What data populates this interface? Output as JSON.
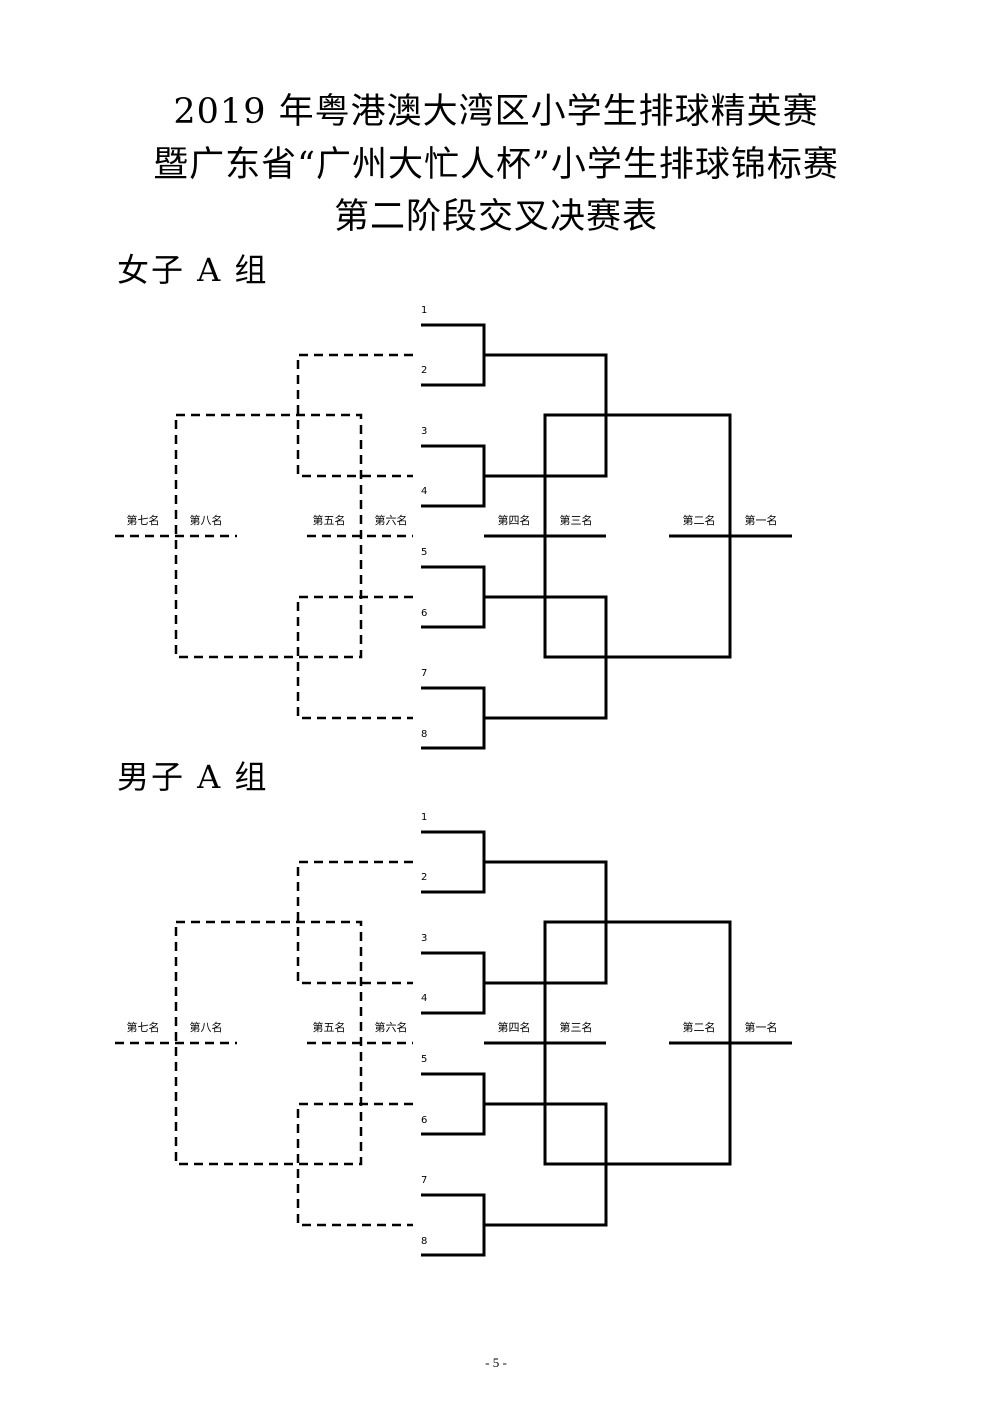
{
  "header": {
    "line1": "2019 年粤港澳大湾区小学生排球精英赛",
    "line2": "暨广东省“广州大忙人杯”小学生排球锦标赛",
    "line3": "第二阶段交叉决赛表"
  },
  "groups": [
    {
      "title": "女子 A 组",
      "seeds": [
        "1",
        "2",
        "3",
        "4",
        "5",
        "6",
        "7",
        "8"
      ],
      "places": [
        "第七名",
        "第八名",
        "第五名",
        "第六名",
        "第四名",
        "第三名",
        "第二名",
        "第一名"
      ]
    },
    {
      "title": "男子 A 组",
      "seeds": [
        "1",
        "2",
        "3",
        "4",
        "5",
        "6",
        "7",
        "8"
      ],
      "places": [
        "第七名",
        "第八名",
        "第五名",
        "第六名",
        "第四名",
        "第三名",
        "第二名",
        "第一名"
      ]
    }
  ],
  "footer": {
    "page": "- 5 -"
  }
}
